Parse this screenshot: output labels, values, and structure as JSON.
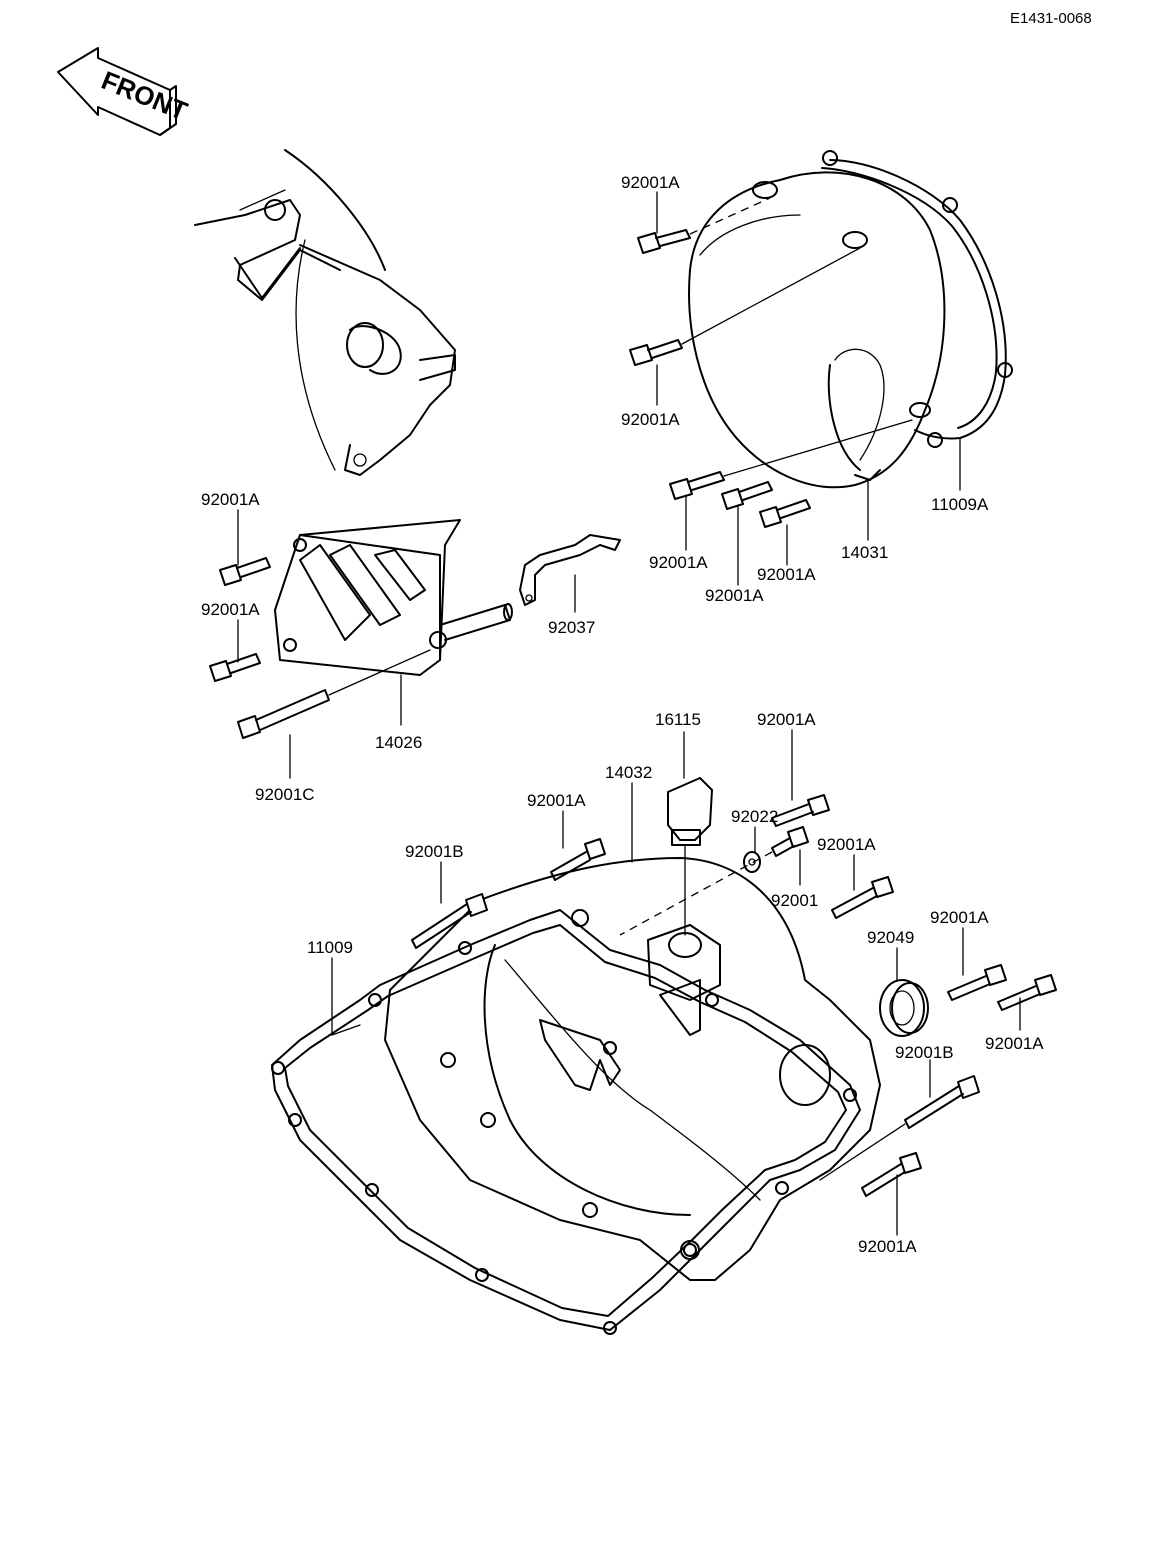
{
  "diagram_code": "E1431-0068",
  "front_arrow_text": "FRONT",
  "labels": {
    "bolt_top_a": "92001A",
    "bolt_mid_a": "92001A",
    "gasket_top": "11009A",
    "cover_top": "14031",
    "bolt_low1": "92001A",
    "bolt_low2": "92001A",
    "bolt_low3": "92001A",
    "sprocket_bolt1": "92001A",
    "sprocket_bolt2": "92001A",
    "bracket": "92037",
    "sprocket_cover": "14026",
    "long_bolt_c": "92001C",
    "oil_cap": "16115",
    "bolt_cap_right": "92001A",
    "clutch_cover": "14032",
    "bolt_center": "92001A",
    "washer": "92022",
    "bolt_plain": "92001",
    "bolt_right1": "92001A",
    "bolt_b_left": "92001B",
    "gasket_bottom": "11009",
    "oil_seal": "92049",
    "bolt_right2": "92001A",
    "bolt_right3": "92001A",
    "bolt_b_right": "92001B",
    "bolt_bottom": "92001A"
  }
}
